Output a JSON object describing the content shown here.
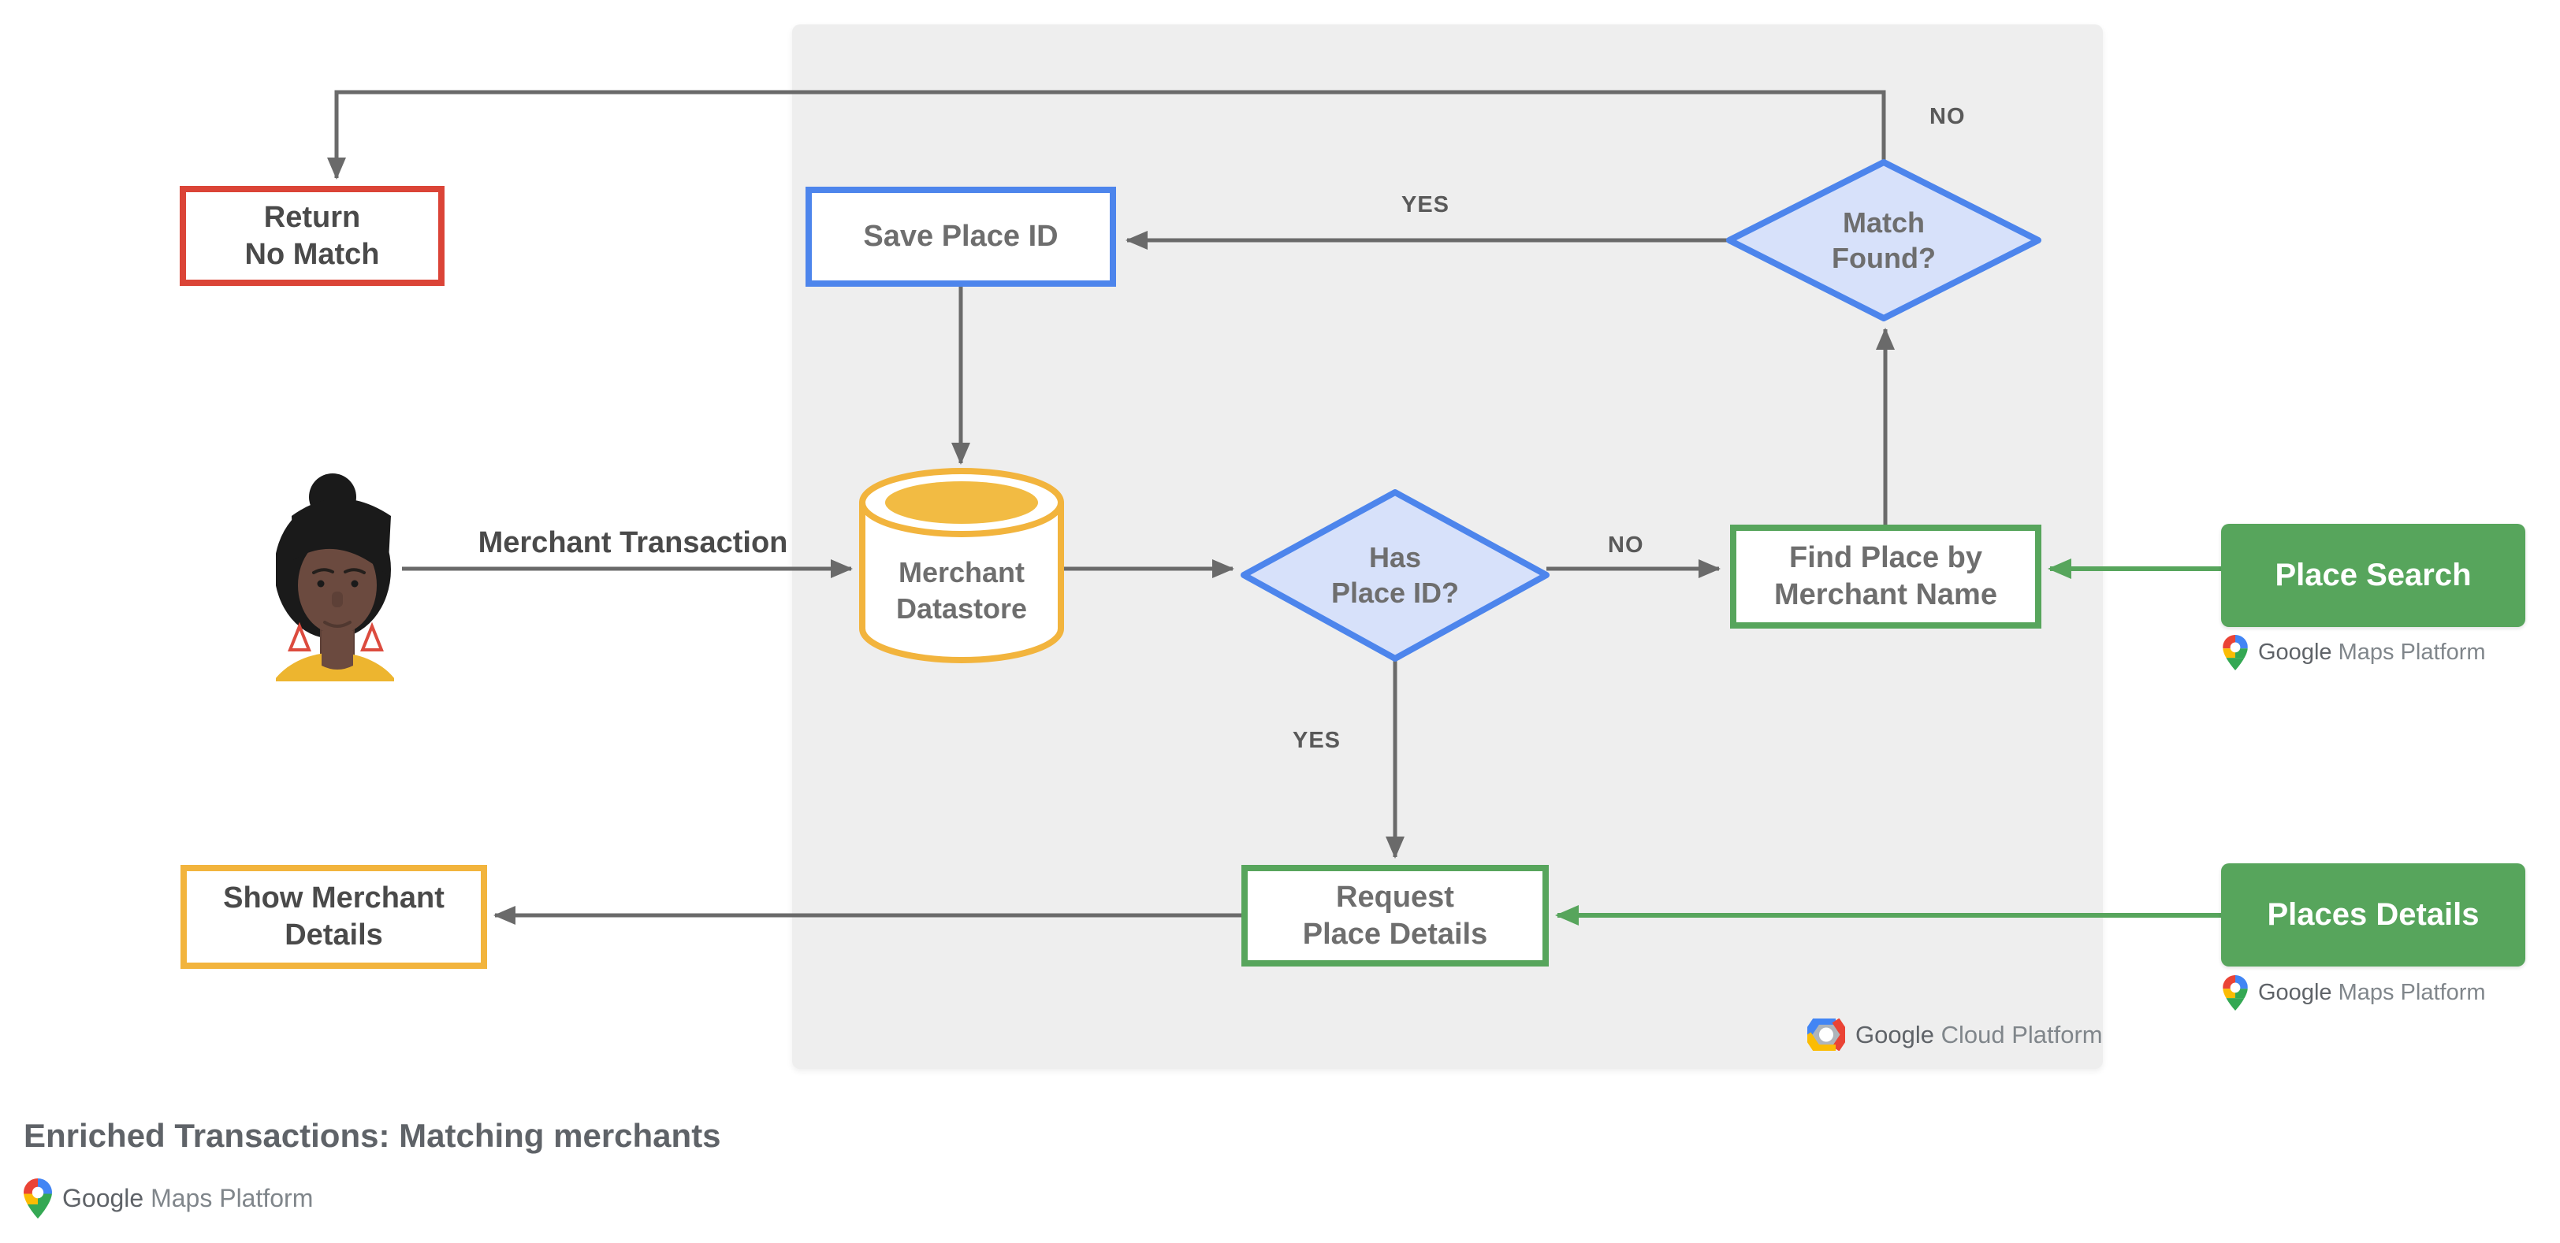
{
  "title": {
    "text": "Enriched Transactions: Matching merchants"
  },
  "branding": {
    "maps_platform": {
      "google": "Google",
      "product": "Maps Platform"
    },
    "cloud_platform": {
      "google": "Google",
      "product": "Cloud Platform"
    }
  },
  "actor": {
    "flow_label": "Merchant Transaction"
  },
  "nodes": {
    "return_no_match": {
      "line1": "Return",
      "line2": "No Match"
    },
    "save_place_id": {
      "label": "Save Place ID"
    },
    "match_found": {
      "line1": "Match",
      "line2": "Found?"
    },
    "merchant_datastore": {
      "line1": "Merchant",
      "line2": "Datastore"
    },
    "has_place_id": {
      "line1": "Has",
      "line2": "Place ID?"
    },
    "find_place": {
      "line1": "Find Place by",
      "line2": "Merchant Name"
    },
    "request_place_details": {
      "line1": "Request",
      "line2": "Place Details"
    },
    "show_merchant_details": {
      "line1": "Show Merchant",
      "line2": "Details"
    },
    "place_search": {
      "label": "Place Search"
    },
    "places_details": {
      "label": "Places Details"
    }
  },
  "edge_labels": {
    "match_no": "NO",
    "match_yes": "YES",
    "has_no": "NO",
    "has_yes": "YES"
  },
  "colors": {
    "red": "#DB4437",
    "blue": "#4D85EC",
    "blue_fill": "#D7E1FA",
    "yellow": "#F2B43D",
    "yellow_fill": "#F2BB43",
    "green": "#57A55C",
    "panel_gray": "#EEEEEE",
    "arrow_gray": "#6A6A6A",
    "node_text": "#6E6E6E",
    "dark_text": "#4A4A4A",
    "title_text": "#5F6368"
  }
}
